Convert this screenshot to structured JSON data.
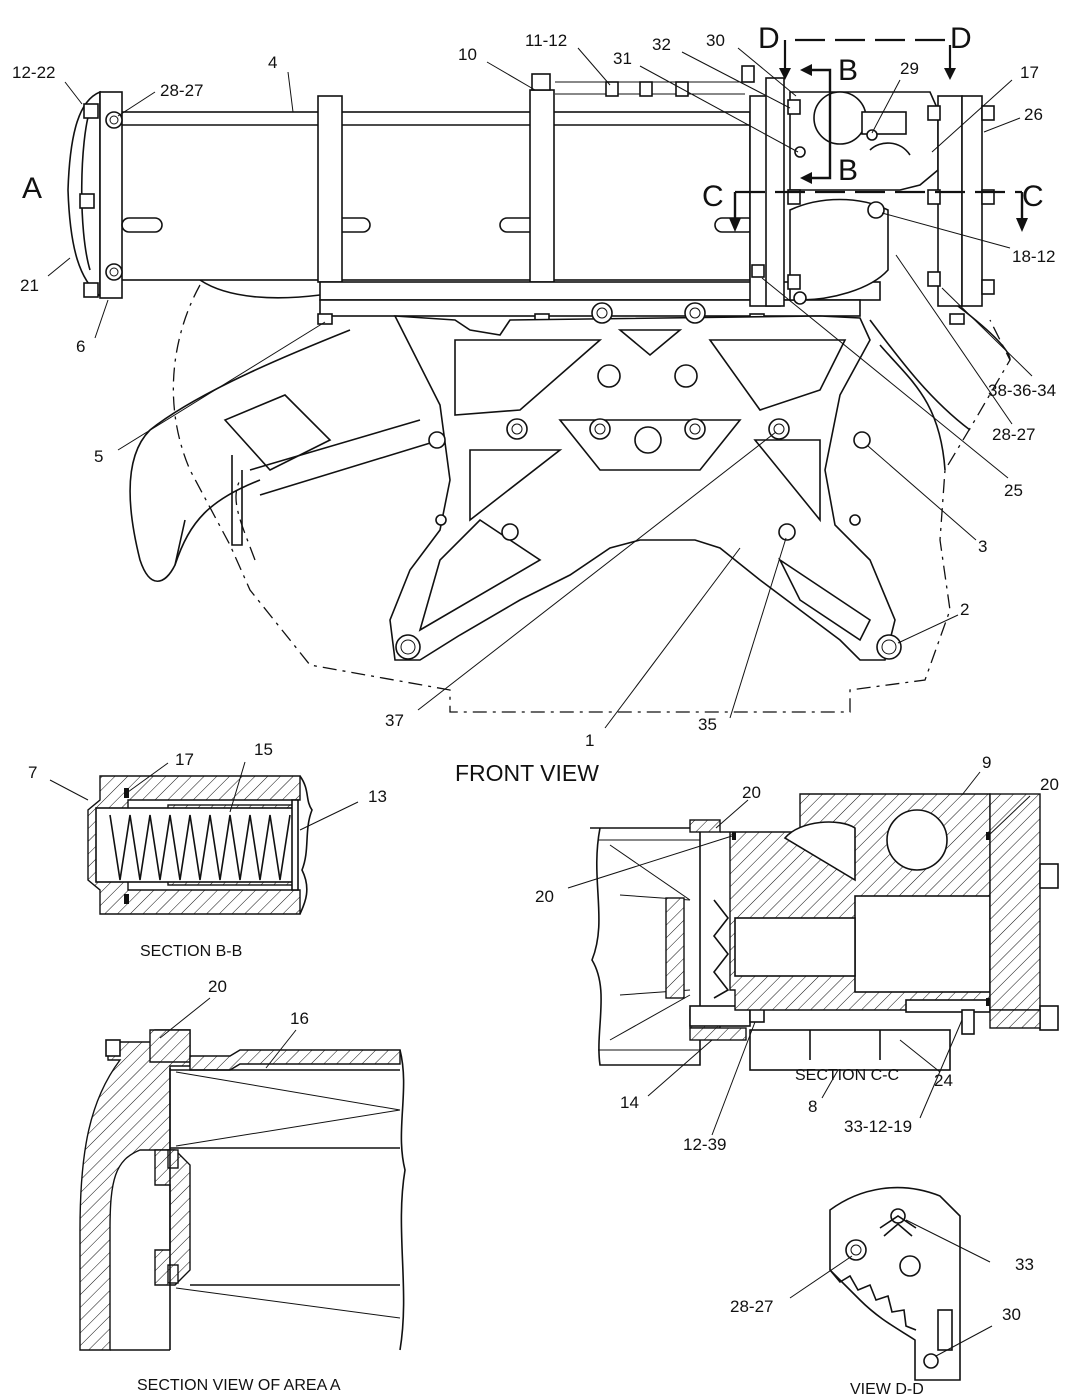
{
  "views": {
    "front_view": "FRONT VIEW",
    "section_bb": "SECTION B-B",
    "section_cc": "SECTION C-C",
    "section_area_a": "SECTION VIEW OF AREA A",
    "view_dd": "VIEW D-D"
  },
  "section_markers": {
    "a": "A",
    "b_top": "B",
    "b_bottom": "B",
    "c_left": "C",
    "c_right": "C",
    "d_left": "D",
    "d_right": "D"
  },
  "callouts": {
    "front": [
      "12-22",
      "28-27",
      "21",
      "6",
      "4",
      "5",
      "10",
      "11-12",
      "31",
      "32",
      "30",
      "29",
      "17",
      "26",
      "18-12",
      "38-36-34",
      "28-27",
      "25",
      "3",
      "2",
      "35",
      "1",
      "37"
    ],
    "section_bb": [
      "7",
      "17",
      "15",
      "13"
    ],
    "section_area_a": [
      "20",
      "16"
    ],
    "section_cc": [
      "20",
      "9",
      "20",
      "20",
      "14",
      "12-39",
      "8",
      "24",
      "33-12-19"
    ],
    "view_dd": [
      "33",
      "28-27",
      "30"
    ]
  }
}
